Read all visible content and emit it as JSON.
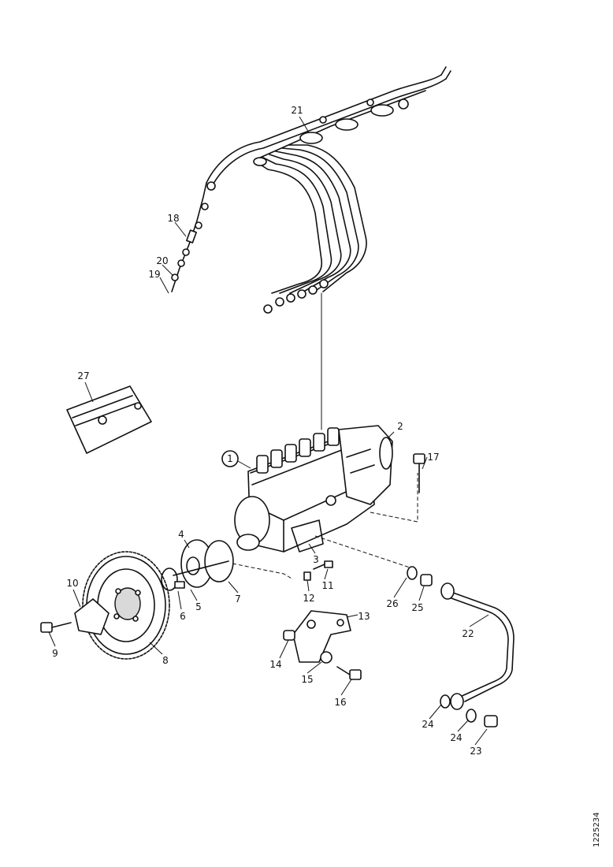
{
  "callouts": [
    "1",
    "2",
    "3",
    "4",
    "5",
    "6",
    "7",
    "8",
    "9",
    "10",
    "11",
    "12",
    "13",
    "14",
    "15",
    "16",
    "17",
    "18",
    "19",
    "20",
    "21",
    "22",
    "23",
    "24",
    "24",
    "25",
    "26",
    "27"
  ],
  "drawing_ref": "1225234"
}
